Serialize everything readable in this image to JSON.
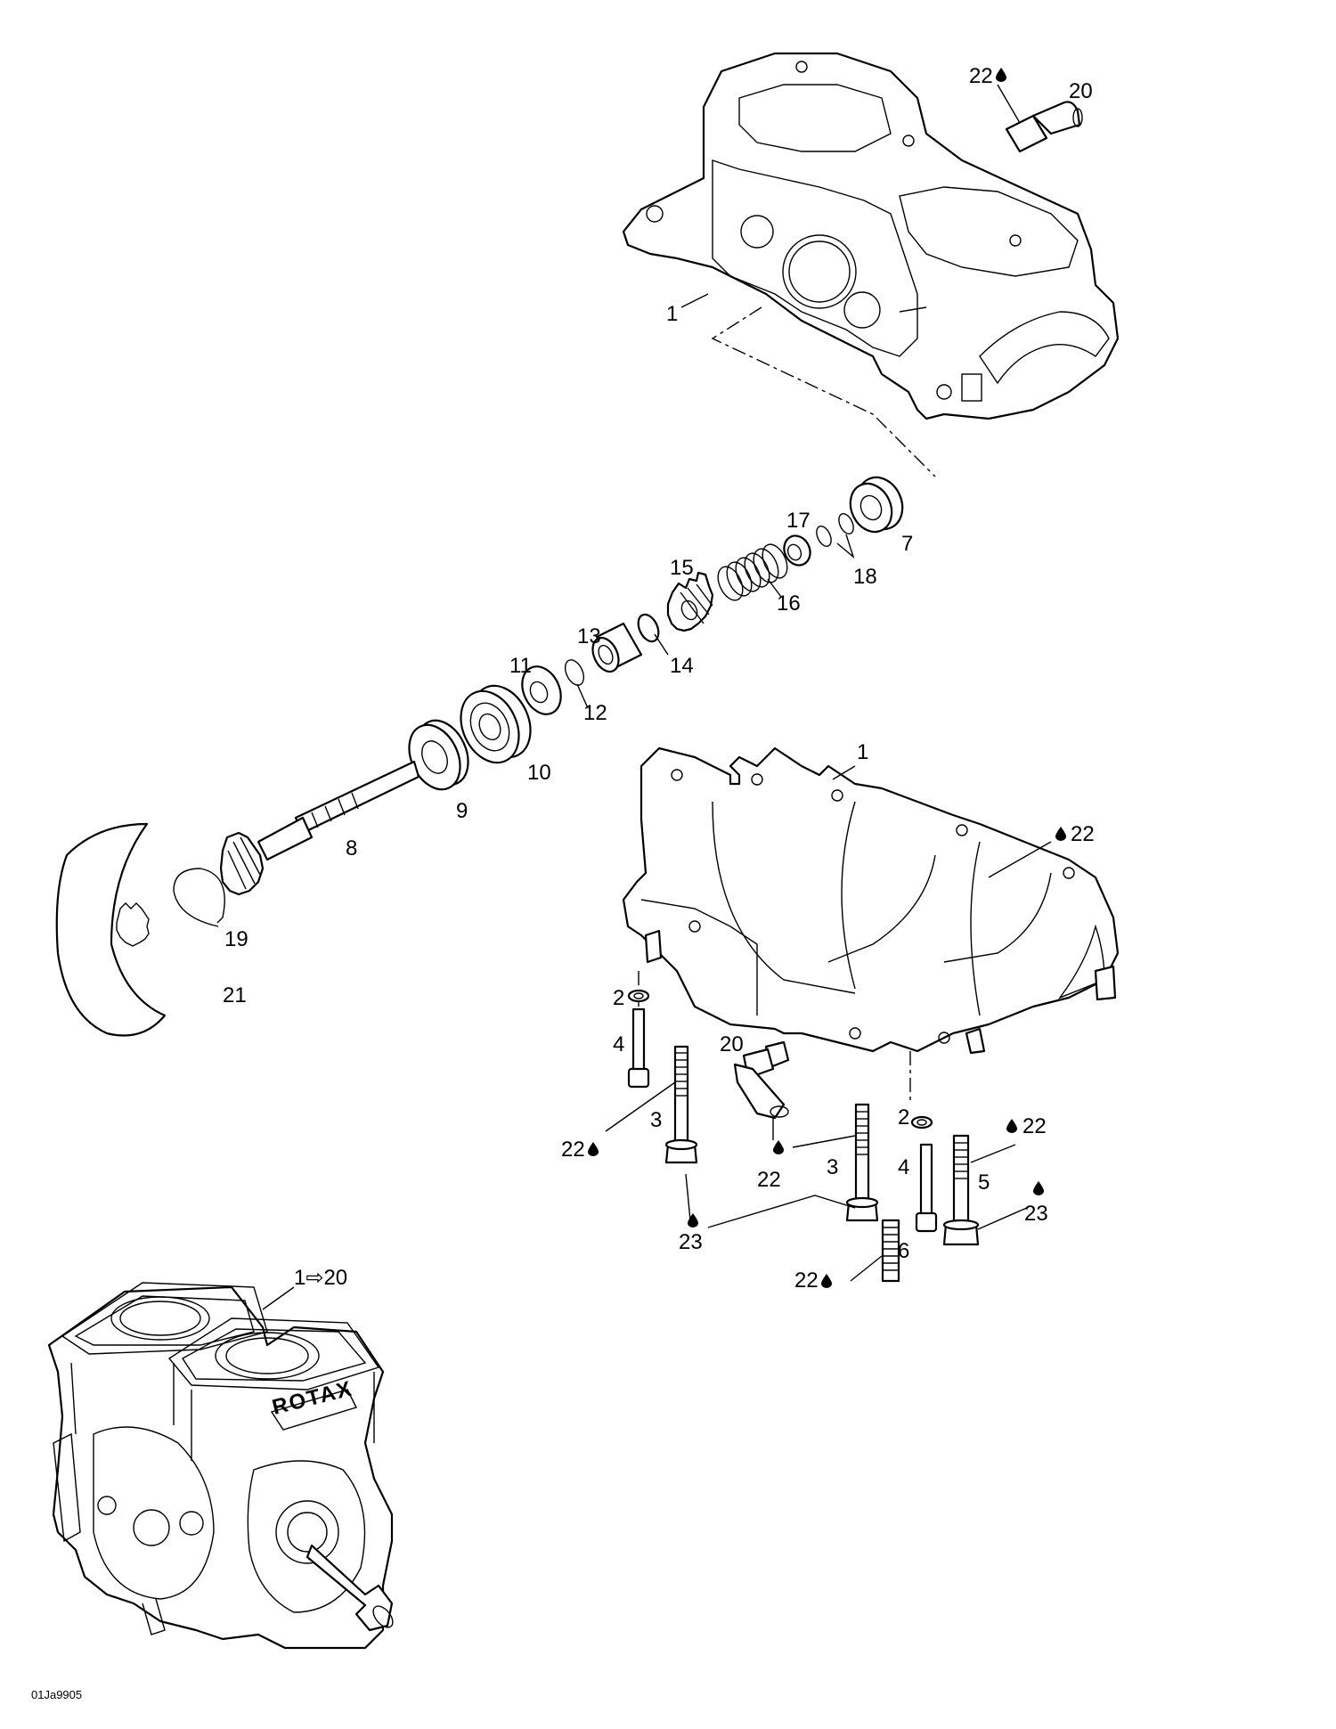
{
  "labels": {
    "top_22": "22",
    "top_20": "20",
    "top_1": "1",
    "p17": "17",
    "p7": "7",
    "p18": "18",
    "p15": "15",
    "p16": "16",
    "p13": "13",
    "p14": "14",
    "p11": "11",
    "p12": "12",
    "p10": "10",
    "p9": "9",
    "p8": "8",
    "p19": "19",
    "p21": "21",
    "mid_1": "1",
    "mid_22": "22",
    "b_2a": "2",
    "b_4a": "4",
    "b_20": "20",
    "b_3a": "3",
    "b_22a": "22",
    "b_22b": "22",
    "b_3b": "3",
    "b_2b": "2",
    "b_4b": "4",
    "b_22c": "22",
    "b_5": "5",
    "b_23a": "23",
    "b_23b": "23",
    "b_6": "6",
    "b_22d": "22",
    "engine_range": "1⇨20",
    "drawing_code": "01Ja9905"
  },
  "engine_brand": "ROTAX",
  "icons": {
    "oil_drop": "oil-drop-icon",
    "arrow": "right-arrow-icon"
  }
}
